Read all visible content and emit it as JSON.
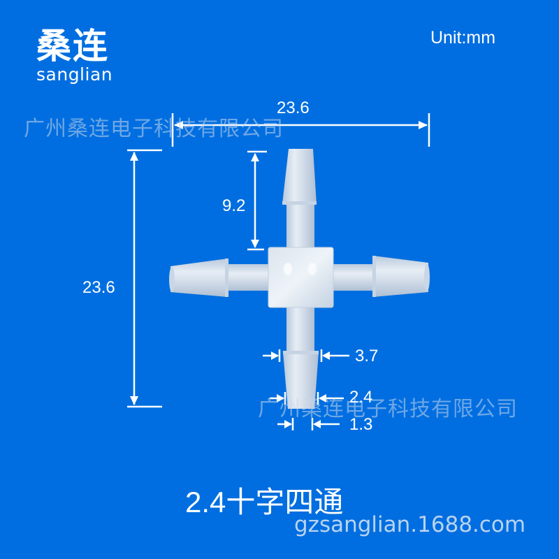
{
  "brand": {
    "name_cn": "桑连",
    "name_en": "sanglian"
  },
  "unit_label": "Unit:mm",
  "watermarks": [
    "广州桑连电子科技有限公司",
    "广州桑连电子科技有限公司"
  ],
  "dimensions": {
    "overall_width": "23.6",
    "overall_height": "23.6",
    "arm_length": "9.2",
    "barb_max_diameter": "3.7",
    "barb_tip_diameter": "2.4",
    "inner_diameter": "1.3"
  },
  "product": {
    "title": "2.4十字四通",
    "title_size": "2.4",
    "title_name": "十字四通"
  },
  "store_url": "gzsanglian.1688.com",
  "colors": {
    "background": "#006EE0",
    "text": "#FFFFFF",
    "part": "#D6E0EA",
    "watermark": "#C8D7EB"
  }
}
